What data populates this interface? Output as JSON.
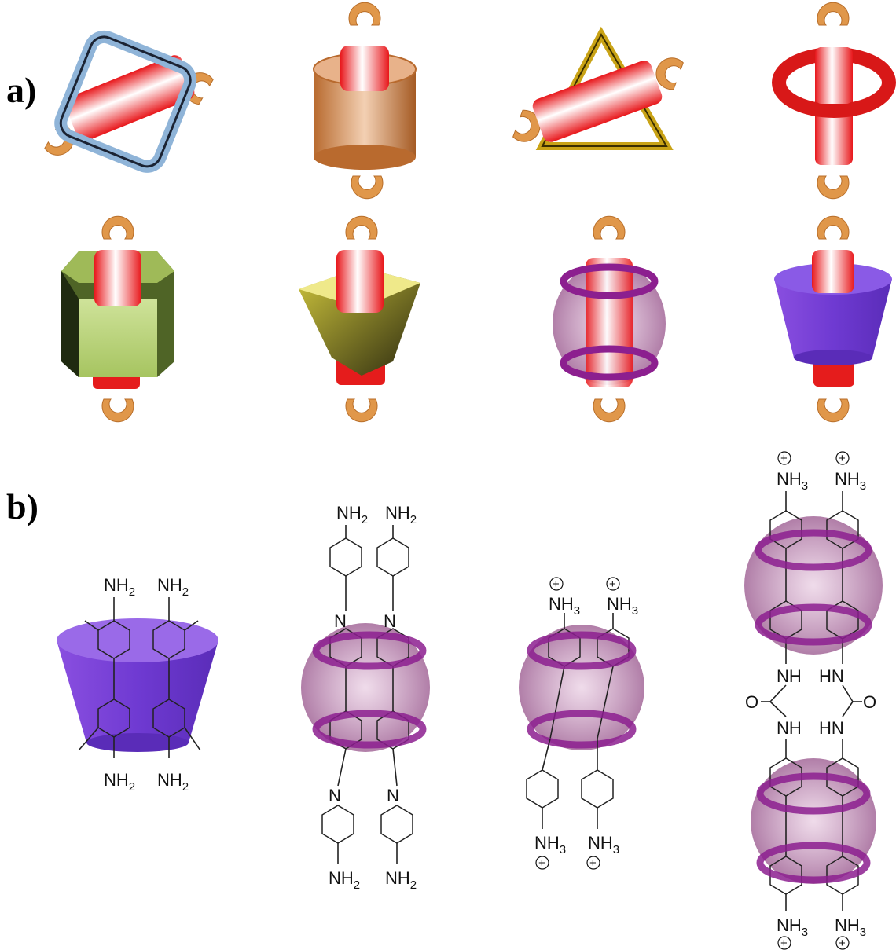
{
  "panels": {
    "a_label": "a)",
    "b_label": "b)"
  },
  "chem": {
    "nh2": "NH",
    "nh2_sub": "2",
    "nh3": "NH",
    "nh3_sub": "3",
    "nh": "NH",
    "hn": "HN",
    "n": "N",
    "o": "O",
    "plus": "+"
  },
  "colors": {
    "stopper": "#e0974a",
    "axle": "#e51c1c",
    "square_ring": "#9ec4e6",
    "cylinder": "#d08a52",
    "triangle": "#c9a316",
    "torus": "#d81818",
    "hexagon": "#a9c96a",
    "trough": "#c9bf3a",
    "cucurbituril": "#a0528a",
    "cyclodextrin": "#7f40d6"
  }
}
